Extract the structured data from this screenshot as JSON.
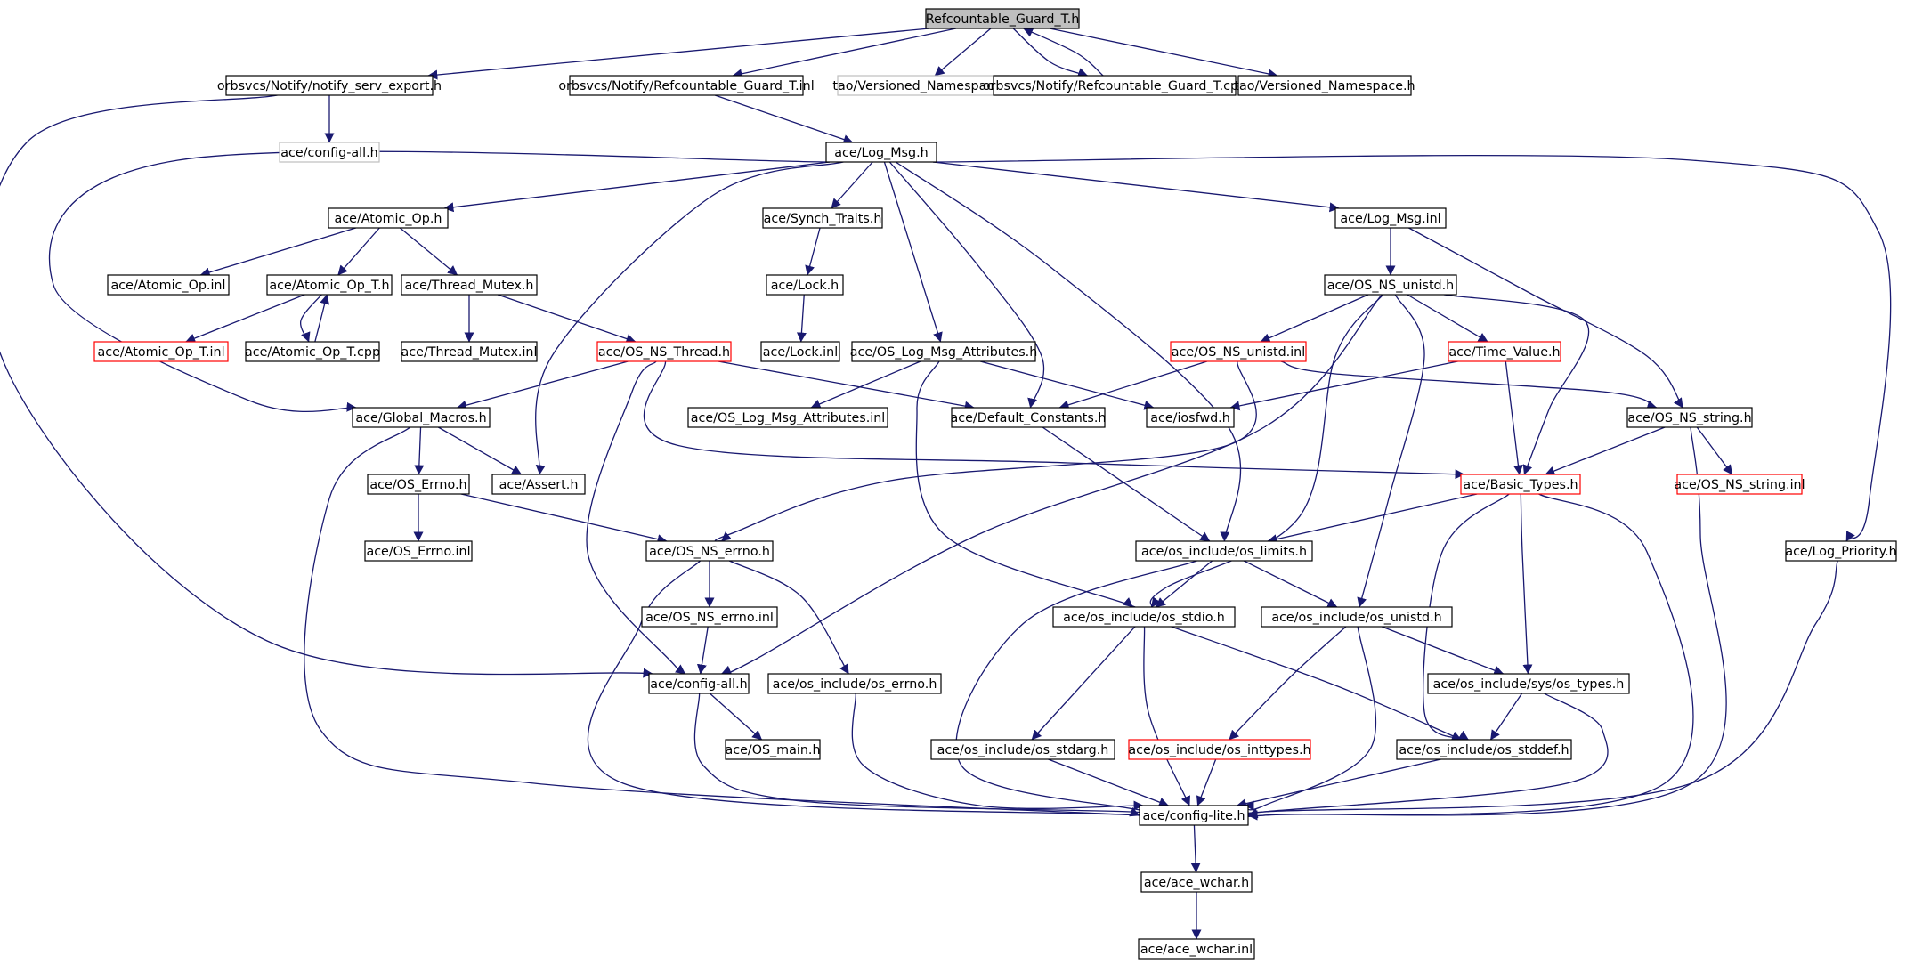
{
  "graph": {
    "root": "Refcountable_Guard_T.h",
    "colors": {
      "edge": "#191970",
      "node_border_default": "#000000",
      "node_border_truncated": "#ff0000",
      "node_border_external": "#bfbfbf",
      "root_fill": "#bfbfbf",
      "node_fill": "#ffffff"
    },
    "nodes": [
      {
        "id": "root",
        "label": "Refcountable_Guard_T.h",
        "style": "root"
      },
      {
        "id": "notify_export",
        "label": "orbsvcs/Notify/notify_serv_export.h",
        "style": "default"
      },
      {
        "id": "rg_inl",
        "label": "orbsvcs/Notify/Refcountable_Guard_T.inl",
        "style": "default"
      },
      {
        "id": "tao_vn_gray",
        "label": "tao/Versioned_Namespace.h",
        "style": "external"
      },
      {
        "id": "rg_cpp",
        "label": "orbsvcs/Notify/Refcountable_Guard_T.cpp",
        "style": "default"
      },
      {
        "id": "tao_vn",
        "label": "tao/Versioned_Namespace.h",
        "style": "default"
      },
      {
        "id": "cfg_all_gray",
        "label": "ace/config-all.h",
        "style": "external"
      },
      {
        "id": "log_msg",
        "label": "ace/Log_Msg.h",
        "style": "default"
      },
      {
        "id": "atomic_op",
        "label": "ace/Atomic_Op.h",
        "style": "default"
      },
      {
        "id": "synch_traits",
        "label": "ace/Synch_Traits.h",
        "style": "default"
      },
      {
        "id": "log_msg_inl",
        "label": "ace/Log_Msg.inl",
        "style": "default"
      },
      {
        "id": "atomic_op_inl",
        "label": "ace/Atomic_Op.inl",
        "style": "default"
      },
      {
        "id": "atomic_op_t",
        "label": "ace/Atomic_Op_T.h",
        "style": "default"
      },
      {
        "id": "thread_mutex",
        "label": "ace/Thread_Mutex.h",
        "style": "default"
      },
      {
        "id": "lock_h",
        "label": "ace/Lock.h",
        "style": "default"
      },
      {
        "id": "os_ns_unistd",
        "label": "ace/OS_NS_unistd.h",
        "style": "default"
      },
      {
        "id": "atomic_op_t_inl",
        "label": "ace/Atomic_Op_T.inl",
        "style": "truncated"
      },
      {
        "id": "atomic_op_t_cpp",
        "label": "ace/Atomic_Op_T.cpp",
        "style": "default"
      },
      {
        "id": "thread_mutex_inl",
        "label": "ace/Thread_Mutex.inl",
        "style": "default"
      },
      {
        "id": "os_ns_thread",
        "label": "ace/OS_NS_Thread.h",
        "style": "truncated"
      },
      {
        "id": "lock_inl",
        "label": "ace/Lock.inl",
        "style": "default"
      },
      {
        "id": "os_log_attr",
        "label": "ace/OS_Log_Msg_Attributes.h",
        "style": "default"
      },
      {
        "id": "os_ns_unistd_inl",
        "label": "ace/OS_NS_unistd.inl",
        "style": "truncated"
      },
      {
        "id": "time_value",
        "label": "ace/Time_Value.h",
        "style": "truncated"
      },
      {
        "id": "global_macros",
        "label": "ace/Global_Macros.h",
        "style": "default"
      },
      {
        "id": "os_log_attr_inl",
        "label": "ace/OS_Log_Msg_Attributes.inl",
        "style": "default"
      },
      {
        "id": "default_consts",
        "label": "ace/Default_Constants.h",
        "style": "default"
      },
      {
        "id": "iosfwd",
        "label": "ace/iosfwd.h",
        "style": "default"
      },
      {
        "id": "os_ns_string",
        "label": "ace/OS_NS_string.h",
        "style": "default"
      },
      {
        "id": "os_errno",
        "label": "ace/OS_Errno.h",
        "style": "default"
      },
      {
        "id": "assert_h",
        "label": "ace/Assert.h",
        "style": "default"
      },
      {
        "id": "basic_types",
        "label": "ace/Basic_Types.h",
        "style": "truncated"
      },
      {
        "id": "os_ns_string_inl",
        "label": "ace/OS_NS_string.inl",
        "style": "truncated"
      },
      {
        "id": "os_errno_inl",
        "label": "ace/OS_Errno.inl",
        "style": "default"
      },
      {
        "id": "os_ns_errno",
        "label": "ace/OS_NS_errno.h",
        "style": "default"
      },
      {
        "id": "os_limits",
        "label": "ace/os_include/os_limits.h",
        "style": "default"
      },
      {
        "id": "log_priority",
        "label": "ace/Log_Priority.h",
        "style": "default"
      },
      {
        "id": "os_ns_errno_inl",
        "label": "ace/OS_NS_errno.inl",
        "style": "default"
      },
      {
        "id": "os_stdio",
        "label": "ace/os_include/os_stdio.h",
        "style": "default"
      },
      {
        "id": "os_unistd",
        "label": "ace/os_include/os_unistd.h",
        "style": "default"
      },
      {
        "id": "config_all",
        "label": "ace/config-all.h",
        "style": "default"
      },
      {
        "id": "os_errno_h",
        "label": "ace/os_include/os_errno.h",
        "style": "default"
      },
      {
        "id": "sys_types",
        "label": "ace/os_include/sys/os_types.h",
        "style": "default"
      },
      {
        "id": "os_main",
        "label": "ace/OS_main.h",
        "style": "default"
      },
      {
        "id": "os_stdarg",
        "label": "ace/os_include/os_stdarg.h",
        "style": "default"
      },
      {
        "id": "os_inttypes",
        "label": "ace/os_include/os_inttypes.h",
        "style": "truncated"
      },
      {
        "id": "os_stddef",
        "label": "ace/os_include/os_stddef.h",
        "style": "default"
      },
      {
        "id": "config_lite",
        "label": "ace/config-lite.h",
        "style": "default"
      },
      {
        "id": "ace_wchar",
        "label": "ace/ace_wchar.h",
        "style": "default"
      },
      {
        "id": "ace_wchar_inl",
        "label": "ace/ace_wchar.inl",
        "style": "default"
      }
    ],
    "edges": [
      [
        "root",
        "notify_export"
      ],
      [
        "root",
        "rg_inl"
      ],
      [
        "root",
        "tao_vn_gray"
      ],
      [
        "root",
        "rg_cpp"
      ],
      [
        "rg_cpp",
        "root"
      ],
      [
        "root",
        "tao_vn"
      ],
      [
        "notify_export",
        "cfg_all_gray"
      ],
      [
        "notify_export",
        "config_all"
      ],
      [
        "rg_inl",
        "log_msg"
      ],
      [
        "log_msg",
        "atomic_op"
      ],
      [
        "log_msg",
        "synch_traits"
      ],
      [
        "log_msg",
        "log_msg_inl"
      ],
      [
        "log_msg",
        "os_log_attr"
      ],
      [
        "log_msg",
        "global_macros"
      ],
      [
        "log_msg",
        "assert_h"
      ],
      [
        "log_msg",
        "default_consts"
      ],
      [
        "log_msg",
        "os_limits"
      ],
      [
        "log_msg",
        "log_priority"
      ],
      [
        "atomic_op",
        "atomic_op_inl"
      ],
      [
        "atomic_op",
        "atomic_op_t"
      ],
      [
        "atomic_op",
        "thread_mutex"
      ],
      [
        "atomic_op_t",
        "atomic_op_t_inl"
      ],
      [
        "atomic_op_t",
        "atomic_op_t_cpp"
      ],
      [
        "atomic_op_t_cpp",
        "atomic_op_t"
      ],
      [
        "thread_mutex",
        "thread_mutex_inl"
      ],
      [
        "thread_mutex",
        "os_ns_thread"
      ],
      [
        "synch_traits",
        "lock_h"
      ],
      [
        "lock_h",
        "lock_inl"
      ],
      [
        "log_msg_inl",
        "os_ns_unistd"
      ],
      [
        "log_msg_inl",
        "os_ns_string"
      ],
      [
        "os_ns_unistd",
        "os_ns_unistd_inl"
      ],
      [
        "os_ns_unistd",
        "time_value"
      ],
      [
        "os_ns_unistd",
        "basic_types"
      ],
      [
        "os_ns_unistd",
        "config_all"
      ],
      [
        "os_ns_unistd",
        "os_stdio"
      ],
      [
        "os_ns_unistd",
        "os_unistd"
      ],
      [
        "os_ns_thread",
        "global_macros"
      ],
      [
        "os_ns_thread",
        "default_consts"
      ],
      [
        "os_ns_thread",
        "basic_types"
      ],
      [
        "os_ns_thread",
        "config_all"
      ],
      [
        "os_log_attr",
        "os_log_attr_inl"
      ],
      [
        "os_log_attr",
        "iosfwd"
      ],
      [
        "os_log_attr",
        "os_stdio"
      ],
      [
        "os_ns_unistd_inl",
        "default_consts"
      ],
      [
        "os_ns_unistd_inl",
        "os_ns_string"
      ],
      [
        "os_ns_unistd_inl",
        "os_ns_errno"
      ],
      [
        "time_value",
        "iosfwd"
      ],
      [
        "time_value",
        "basic_types"
      ],
      [
        "global_macros",
        "os_errno"
      ],
      [
        "global_macros",
        "assert_h"
      ],
      [
        "global_macros",
        "config_lite"
      ],
      [
        "default_consts",
        "os_limits"
      ],
      [
        "os_ns_string",
        "basic_types"
      ],
      [
        "os_ns_string",
        "os_ns_string_inl"
      ],
      [
        "os_ns_string",
        "config_lite"
      ],
      [
        "os_errno",
        "os_errno_inl"
      ],
      [
        "os_errno",
        "os_ns_errno"
      ],
      [
        "basic_types",
        "os_limits"
      ],
      [
        "basic_types",
        "sys_types"
      ],
      [
        "basic_types",
        "os_stddef"
      ],
      [
        "basic_types",
        "config_lite"
      ],
      [
        "os_ns_errno",
        "os_ns_errno_inl"
      ],
      [
        "os_ns_errno",
        "os_errno_h"
      ],
      [
        "os_ns_errno",
        "config_lite"
      ],
      [
        "os_limits",
        "os_stdio"
      ],
      [
        "os_limits",
        "os_unistd"
      ],
      [
        "os_limits",
        "config_lite"
      ],
      [
        "log_priority",
        "config_lite"
      ],
      [
        "os_ns_errno_inl",
        "config_all"
      ],
      [
        "os_stdio",
        "os_stdarg"
      ],
      [
        "os_stdio",
        "os_stddef"
      ],
      [
        "os_stdio",
        "config_lite"
      ],
      [
        "os_unistd",
        "os_inttypes"
      ],
      [
        "os_unistd",
        "sys_types"
      ],
      [
        "os_unistd",
        "config_lite"
      ],
      [
        "config_all",
        "os_main"
      ],
      [
        "config_all",
        "config_lite"
      ],
      [
        "os_errno_h",
        "config_lite"
      ],
      [
        "sys_types",
        "os_stddef"
      ],
      [
        "sys_types",
        "config_lite"
      ],
      [
        "os_stdarg",
        "config_lite"
      ],
      [
        "os_inttypes",
        "config_lite"
      ],
      [
        "os_stddef",
        "config_lite"
      ],
      [
        "config_lite",
        "ace_wchar"
      ],
      [
        "ace_wchar",
        "ace_wchar_inl"
      ]
    ]
  }
}
